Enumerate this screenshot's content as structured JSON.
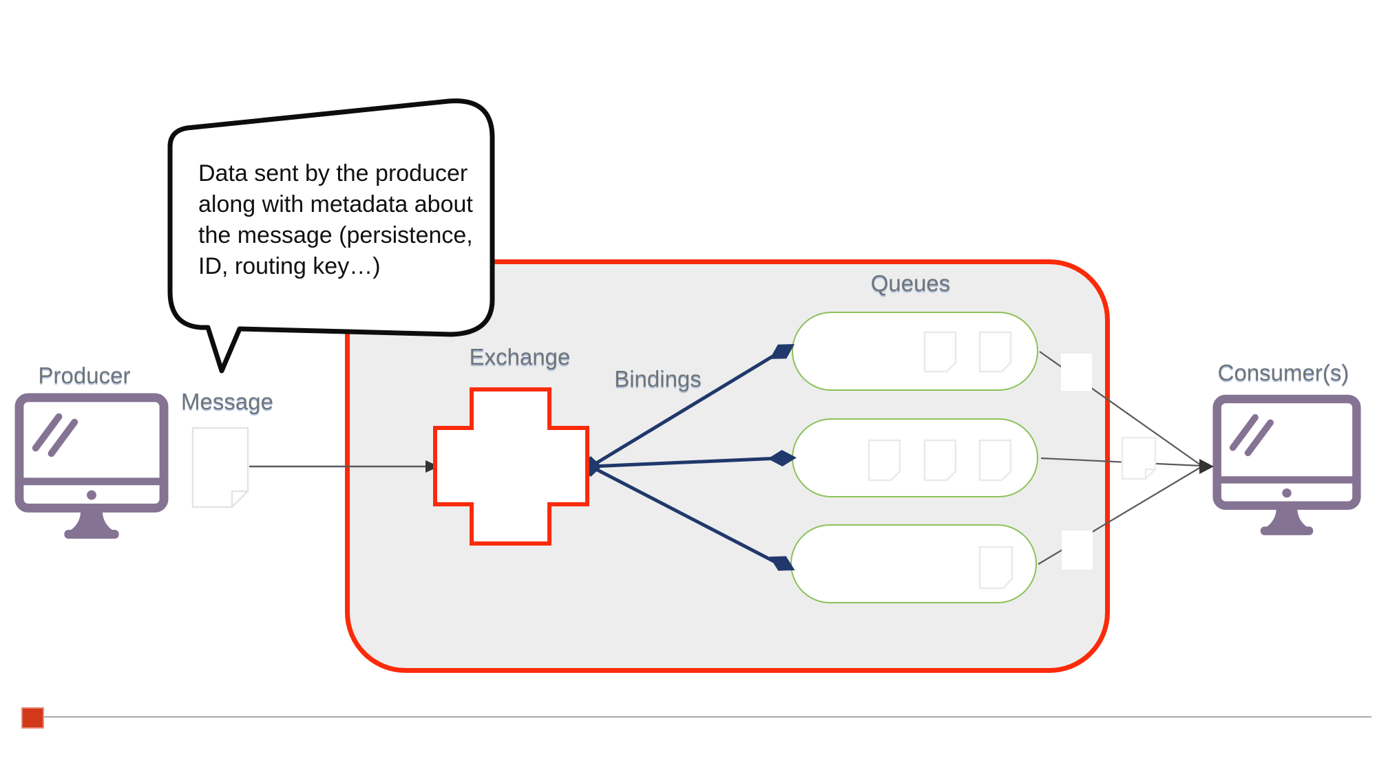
{
  "callout": {
    "text": "Data sent by the producer\nalong with metadata about\nthe message (persistence,\nID, routing key…)"
  },
  "labels": {
    "producer": "Producer",
    "message": "Message",
    "exchange": "Exchange",
    "bindings": "Bindings",
    "queues": "Queues",
    "consumers": "Consumer(s)"
  },
  "diagram": {
    "queue_count": 3,
    "documents_per_queue": [
      2,
      3,
      1
    ],
    "flow": [
      "Producer",
      "Message",
      "Exchange",
      "Bindings",
      "Queues",
      "Consumer(s)"
    ]
  },
  "icons": {
    "producer": "desktop-monitor-icon",
    "consumer": "desktop-monitor-icon",
    "message": "document-icon",
    "exchange": "red-cross-icon",
    "queue_item": "document-icon",
    "binding_end": "diamond-connector-icon",
    "callout": "speech-bubble"
  },
  "colors": {
    "container_border": "#fa2b0a",
    "container_fill": "#ededed",
    "queue_border": "#8dc159",
    "binding_blue": "#20386b",
    "monitor_purple": "#857394",
    "label_color": "#6f747a",
    "line_gray": "#595959",
    "arrow_dark": "#333333",
    "accent_square": "#d2381a",
    "rule_gray": "#a9a9a9",
    "callout_border": "#0d0d0d",
    "doc_faint": "#e9e9e9"
  }
}
